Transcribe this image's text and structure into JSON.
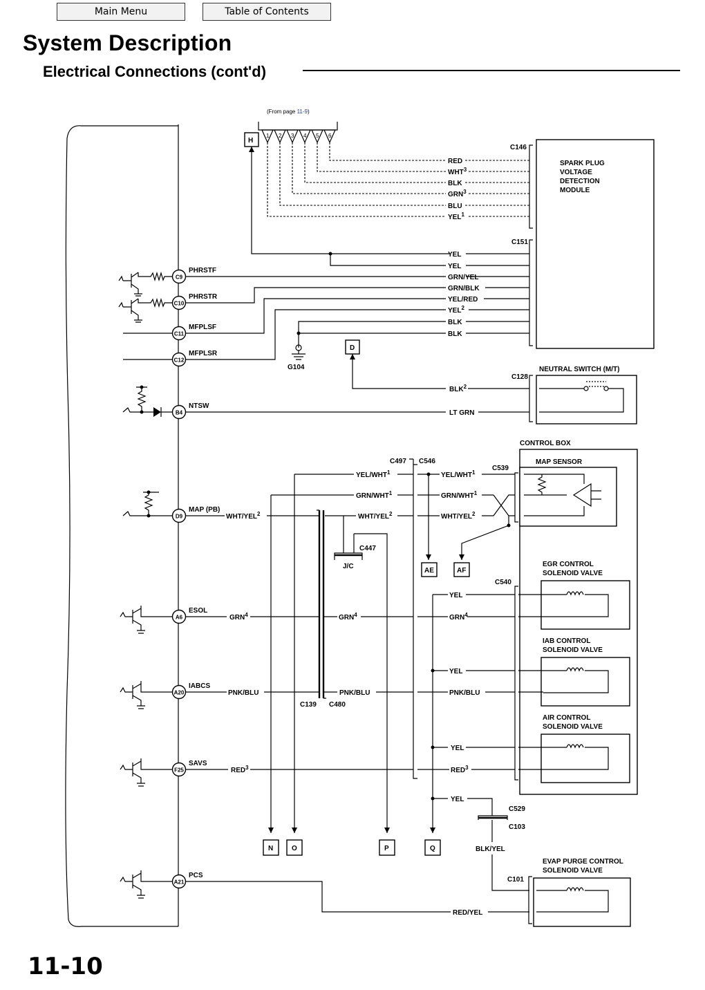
{
  "nav": {
    "main_menu": "Main Menu",
    "toc": "Table of Contents"
  },
  "header": {
    "title": "System Description",
    "subtitle": "Electrical Connections (cont'd)"
  },
  "page_number": "11-10",
  "diagram": {
    "from_page_prefix": "(From  page ",
    "from_page_link": "11-9",
    "from_page_suffix": ")",
    "connector_pins": [
      "1",
      "2",
      "3",
      "4",
      "5",
      "6"
    ],
    "terminal_ids": {
      "H": "H",
      "D": "D",
      "AE": "AE",
      "AF": "AF",
      "N": "N",
      "O": "O",
      "P": "P",
      "Q": "Q"
    },
    "ecm_terminals": [
      {
        "pin": "C9",
        "signal": "PHRSTF"
      },
      {
        "pin": "C10",
        "signal": "PHRSTR"
      },
      {
        "pin": "C11",
        "signal": "MFPLSF"
      },
      {
        "pin": "C12",
        "signal": "MFPLSR"
      },
      {
        "pin": "B4",
        "signal": "NTSW"
      },
      {
        "pin": "D9",
        "signal": "MAP (PB)"
      },
      {
        "pin": "A6",
        "signal": "ESOL"
      },
      {
        "pin": "A20",
        "signal": "IABCS"
      },
      {
        "pin": "F25",
        "signal": "SAVS"
      },
      {
        "pin": "A21",
        "signal": "PCS"
      }
    ],
    "connectors": {
      "c146": "C146",
      "c151": "C151",
      "c128": "C128",
      "c497": "C497",
      "c546": "C546",
      "c539": "C539",
      "c447": "C447",
      "c540": "C540",
      "c139": "C139",
      "c480": "C480",
      "c529": "C529",
      "c103": "C103",
      "c101": "C101"
    },
    "ground": "G104",
    "jc": "J/C",
    "components": {
      "spark_plug_module": [
        "SPARK PLUG",
        "VOLTAGE",
        "DETECTION",
        "MODULE"
      ],
      "neutral_switch": "NEUTRAL SWITCH (M/T)",
      "control_box": "CONTROL BOX",
      "map_sensor": "MAP SENSOR",
      "egr_valve": [
        "EGR CONTROL",
        "SOLENOID VALVE"
      ],
      "iab_valve": [
        "IAB CONTROL",
        "SOLENOID VALVE"
      ],
      "air_valve": [
        "AIR CONTROL",
        "SOLENOID VALVE"
      ],
      "evap_valve": [
        "EVAP PURGE CONTROL",
        "SOLENOID VALVE"
      ]
    },
    "wires_c146": [
      {
        "color": "RED",
        "sup": ""
      },
      {
        "color": "WHT",
        "sup": "3"
      },
      {
        "color": "BLK",
        "sup": ""
      },
      {
        "color": "GRN",
        "sup": "3"
      },
      {
        "color": "BLU",
        "sup": ""
      },
      {
        "color": "YEL",
        "sup": "1"
      }
    ],
    "wires_c151": [
      {
        "color": "YEL",
        "sup": ""
      },
      {
        "color": "YEL",
        "sup": ""
      },
      {
        "color": "GRN/YEL",
        "sup": ""
      },
      {
        "color": "GRN/BLK",
        "sup": ""
      },
      {
        "color": "YEL/RED",
        "sup": ""
      },
      {
        "color": "YEL",
        "sup": "2"
      },
      {
        "color": "BLK",
        "sup": ""
      },
      {
        "color": "BLK",
        "sup": ""
      }
    ],
    "wire_labels": {
      "blk2": "BLK",
      "blk2_sup": "2",
      "ltgrn": "LT GRN",
      "yelwht": "YEL/WHT",
      "yelwht_sup": "1",
      "grnwht": "GRN/WHT",
      "grnwht_sup": "1",
      "whtyel": "WHT/YEL",
      "whtyel_sup": "2",
      "yel": "YEL",
      "grn": "GRN",
      "grn_sup": "4",
      "pnkblu": "PNK/BLU",
      "red": "RED",
      "red_sup": "3",
      "blkyel": "BLK/YEL",
      "redyel": "RED/YEL"
    }
  }
}
